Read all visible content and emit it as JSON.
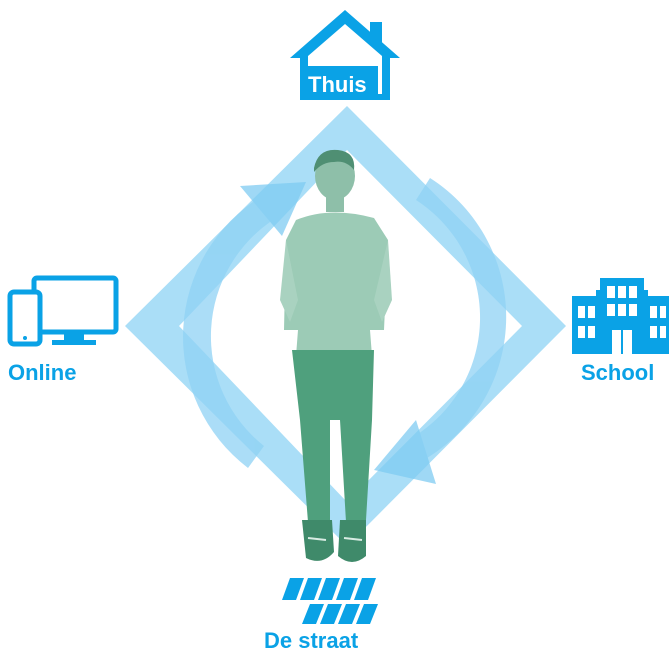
{
  "diagram": {
    "nodes": {
      "top": {
        "label": "Thuis",
        "icon": "house-icon"
      },
      "left": {
        "label": "Online",
        "icon": "devices-icon"
      },
      "right": {
        "label": "School",
        "icon": "school-building-icon"
      },
      "bottom": {
        "label": "De straat",
        "icon": "paving-tiles-icon"
      }
    },
    "center_figure": "person-figure",
    "colors": {
      "accent": "#0aa2e6",
      "diamond": "#9bd8f6",
      "arrows": "#7fccf2",
      "figure_shirt": "#9ccbb6",
      "figure_pants": "#4fa07d",
      "figure_skin": "#8ebfa9",
      "label_text": "#0aa2e6",
      "house_label_text": "#ffffff"
    }
  }
}
